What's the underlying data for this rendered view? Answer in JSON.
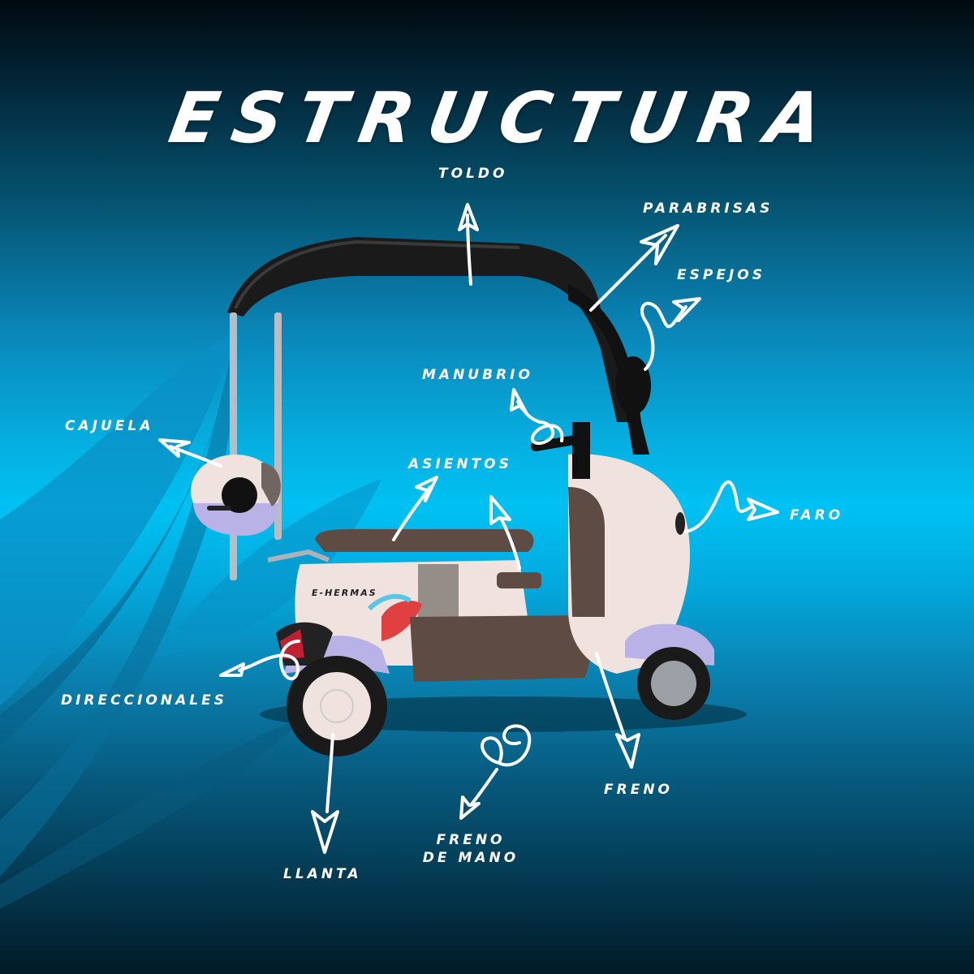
{
  "title": "ESTRUCTURA",
  "brand": "E-HERMAS",
  "colors": {
    "background_top": "#010a0e",
    "background_mid": "#00c1f3",
    "background_bottom": "#021a25",
    "text": "#ffffff",
    "canopy": "#1a1a1a",
    "body_pink": "#efe2df",
    "body_lavender": "#b9b2e6",
    "seat_brown": "#5e4c44"
  },
  "labels": {
    "toldo": "TOLDO",
    "parabrisas": "PARABRISAS",
    "espejos": "ESPEJOS",
    "manubrio": "MANUBRIO",
    "cajuela": "CAJUELA",
    "asientos": "ASIENTOS",
    "faro": "FARO",
    "direccionales": "DIRECCIONALES",
    "freno": "FRENO",
    "freno_de_mano_line1": "FRENO",
    "freno_de_mano_line2": "DE MANO",
    "llanta": "LLANTA"
  }
}
